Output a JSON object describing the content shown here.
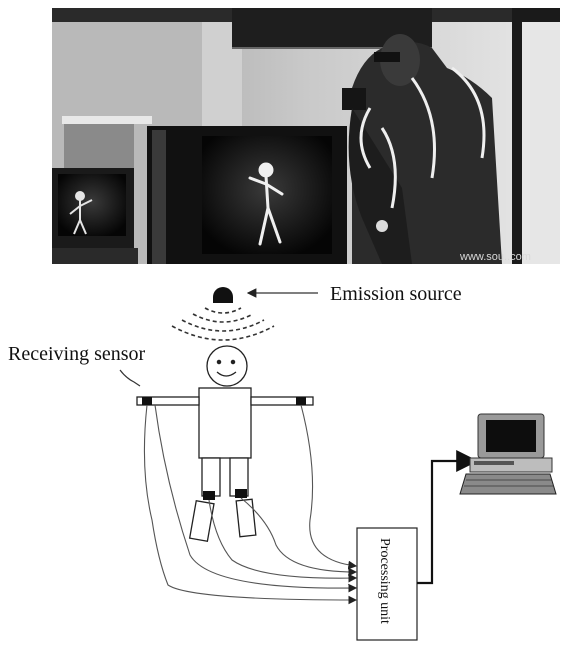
{
  "photo": {
    "watermark": "www.sou..com"
  },
  "diagram": {
    "emission_label": "Emission source",
    "receiving_label": "Receiving sensor",
    "processing_label": "Processing unit"
  },
  "colors": {
    "ink": "#111111",
    "wire": "#555555",
    "sensor": "#111111"
  }
}
